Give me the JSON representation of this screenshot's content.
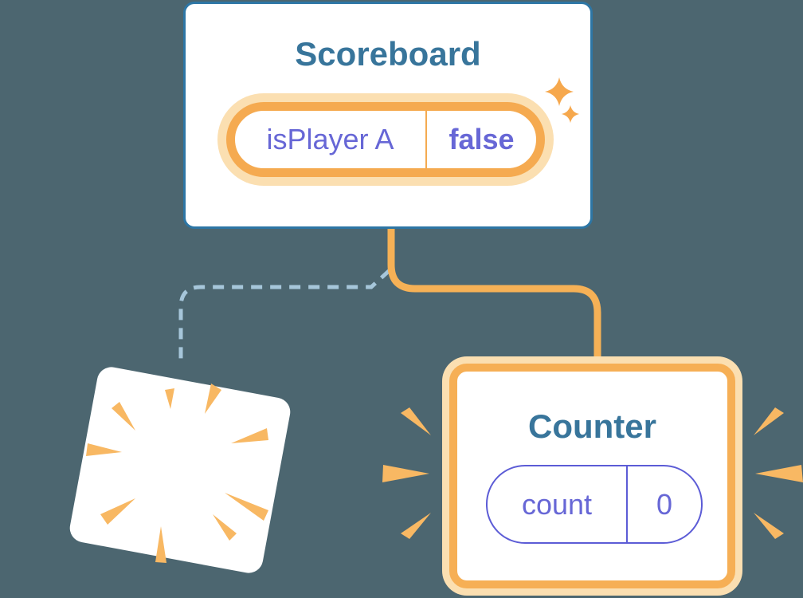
{
  "diagram": {
    "background_color": "#4C6670",
    "scoreboard": {
      "title": "Scoreboard",
      "state": {
        "name": "isPlayer A",
        "value": "false"
      },
      "border_color": "#2D76A5",
      "pill_ring_color": "#F5AA50",
      "decoration": "sparkles"
    },
    "counter": {
      "title": "Counter",
      "state": {
        "name": "count",
        "value": "0"
      },
      "border_color": "#F6AF55",
      "pill_ring_color": "#5C5CD6",
      "decoration": "emphasis-burst-marks"
    },
    "removed_component": {
      "decoration": "poof-burst",
      "rotation_deg": 10.5
    },
    "edges": [
      {
        "from": "Scoreboard",
        "to": "removed component",
        "style": "dashed",
        "color": "#A6C6DA"
      },
      {
        "from": "Scoreboard",
        "to": "Counter",
        "style": "solid",
        "color": "#F6B156"
      }
    ],
    "title_color": "#38759B",
    "state_text_color": "#6767D6"
  }
}
